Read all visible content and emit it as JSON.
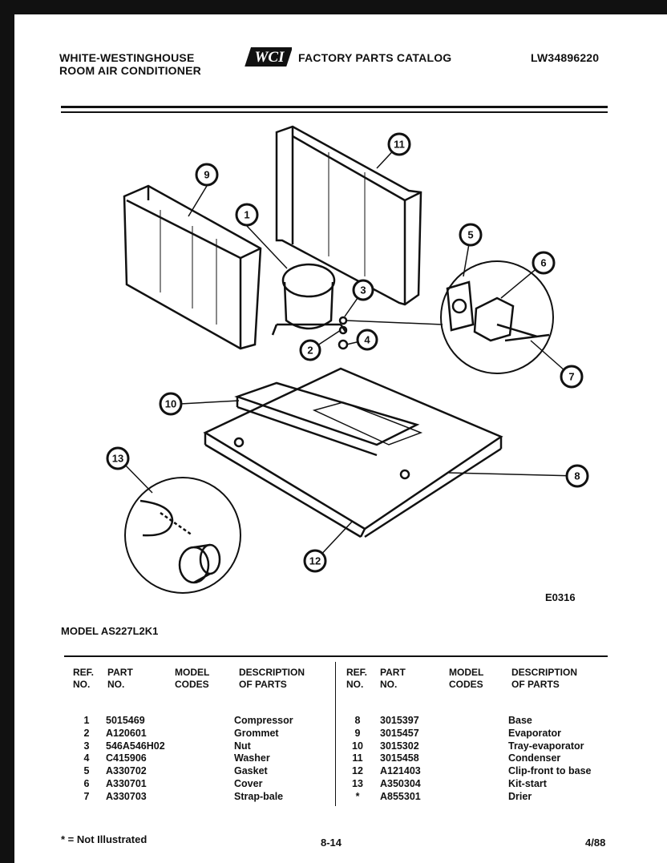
{
  "header": {
    "brand_line1": "WHITE-WESTINGHOUSE",
    "brand_line2": "ROOM AIR CONDITIONER",
    "logo_text": "WCI",
    "catalog_title": "FACTORY PARTS CATALOG",
    "catalog_number": "LW34896220"
  },
  "diagram": {
    "callouts": [
      "1",
      "2",
      "3",
      "4",
      "5",
      "6",
      "7",
      "8",
      "9",
      "10",
      "11",
      "12",
      "13"
    ],
    "code": "E0316"
  },
  "model_label": "MODEL AS227L2K1",
  "table": {
    "headers": {
      "ref": [
        "REF.",
        "NO."
      ],
      "part": [
        "PART",
        "NO."
      ],
      "model": [
        "MODEL",
        "CODES"
      ],
      "desc": [
        "DESCRIPTION",
        "OF PARTS"
      ]
    },
    "left_rows": [
      {
        "ref": "1",
        "part": "5015469",
        "desc": "Compressor"
      },
      {
        "ref": "2",
        "part": "A120601",
        "desc": "Grommet"
      },
      {
        "ref": "3",
        "part": "546A546H02",
        "desc": "Nut"
      },
      {
        "ref": "4",
        "part": "C415906",
        "desc": "Washer"
      },
      {
        "ref": "5",
        "part": "A330702",
        "desc": "Gasket"
      },
      {
        "ref": "6",
        "part": "A330701",
        "desc": "Cover"
      },
      {
        "ref": "7",
        "part": "A330703",
        "desc": "Strap-bale"
      }
    ],
    "right_rows": [
      {
        "ref": "8",
        "part": "3015397",
        "desc": "Base"
      },
      {
        "ref": "9",
        "part": "3015457",
        "desc": "Evaporator"
      },
      {
        "ref": "10",
        "part": "3015302",
        "desc": "Tray-evaporator"
      },
      {
        "ref": "11",
        "part": "3015458",
        "desc": "Condenser"
      },
      {
        "ref": "12",
        "part": "A121403",
        "desc": "Clip-front to base"
      },
      {
        "ref": "13",
        "part": "A350304",
        "desc": "Kit-start"
      },
      {
        "ref": "*",
        "part": "A855301",
        "desc": "Drier"
      }
    ]
  },
  "footer": {
    "note": "* = Not Illustrated",
    "page": "8-14",
    "date": "4/88"
  }
}
